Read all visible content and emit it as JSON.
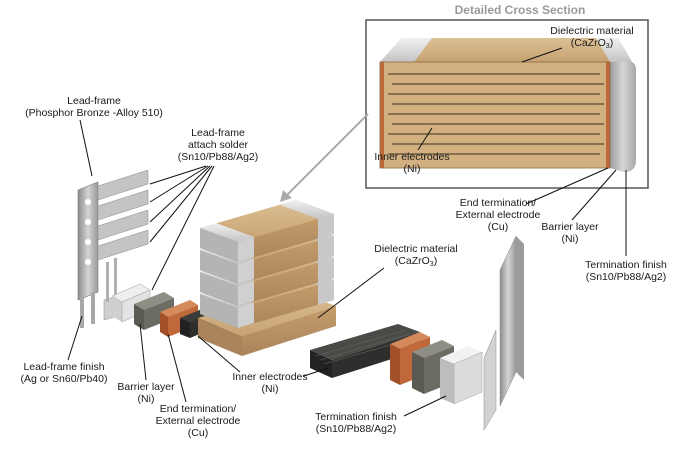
{
  "inset": {
    "title": "Detailed Cross Section",
    "dielectric_title": "Dielectric material",
    "dielectric_formula_main": "(CaZrO",
    "dielectric_formula_sub": "3",
    "dielectric_formula_end": ")",
    "inner_electrodes_title": "Inner electrodes",
    "inner_electrodes_material": "(Ni)"
  },
  "labels": {
    "leadframe_title": "Lead-frame",
    "leadframe_material": "(Phosphor Bronze -Alloy 510)",
    "attach_solder_line1": "Lead-frame",
    "attach_solder_line2": "attach solder",
    "attach_solder_material": "(Sn10/Pb88/Ag2)",
    "leadframe_finish_title": "Lead-frame finish",
    "leadframe_finish_material": "(Ag or Sn60/Pb40)",
    "barrier_left_title": "Barrier layer",
    "barrier_left_material": "(Ni)",
    "end_term_left_line1": "End termination/",
    "end_term_left_line2": "External electrode",
    "end_term_left_material": "(Cu)",
    "inner_electrodes_title": "Inner electrodes",
    "inner_electrodes_material": "(Ni)",
    "dielectric_title": "Dielectric material",
    "dielectric_formula_main": "(CaZrO",
    "dielectric_formula_sub": "3",
    "dielectric_formula_end": ")",
    "term_finish_bottom_title": "Termination finish",
    "term_finish_bottom_material": "(Sn10/Pb88/Ag2)",
    "end_term_right_line1": "End termination/",
    "end_term_right_line2": "External electrode",
    "end_term_right_material": "(Cu)",
    "barrier_right_title": "Barrier layer",
    "barrier_right_material": "(Ni)",
    "term_finish_right_title": "Termination finish",
    "term_finish_right_material": "(Sn10/Pb88/Ag2)"
  },
  "colors": {
    "ceramic": "#c9a676",
    "ceramic_dark": "#a88656",
    "ceramic_light": "#dcbf92",
    "termination_gray": "#b8b8b8",
    "termination_light": "#e2e2e2",
    "nickel_dark": "#5a5a52",
    "copper": "#c0683a",
    "electrode": "#3a3a3a",
    "inset_border": "#555555"
  }
}
